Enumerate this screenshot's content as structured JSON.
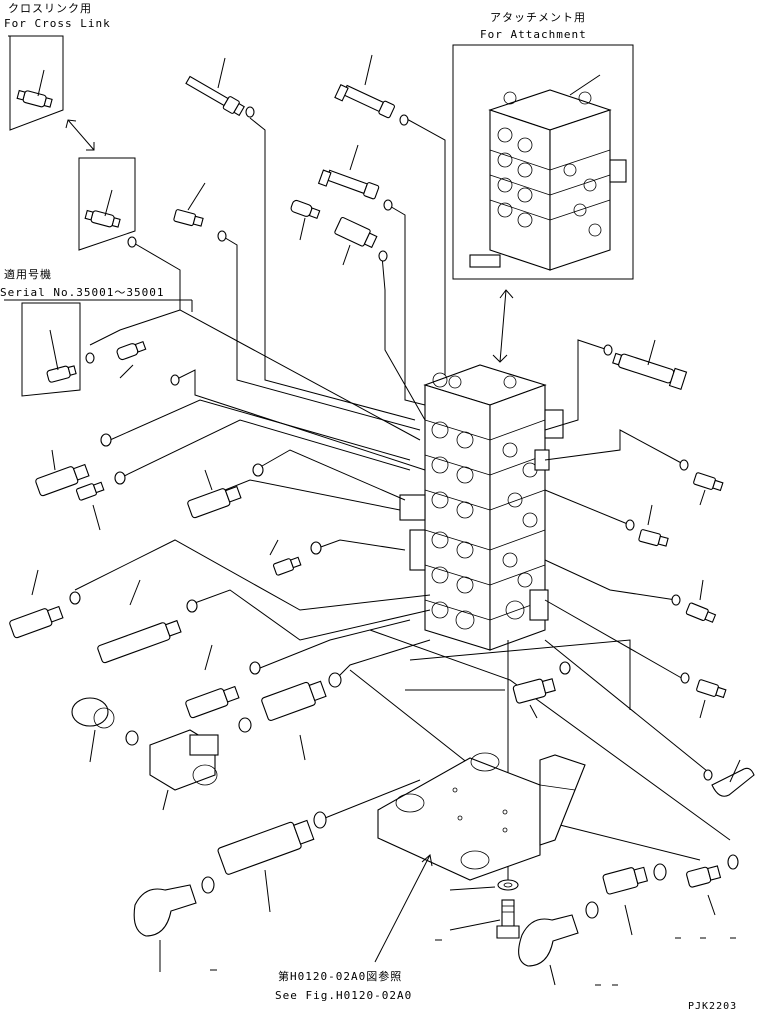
{
  "labels": {
    "cross_link_jp": "クロスリンク用",
    "cross_link_en": "For Cross Link",
    "attachment_jp": "アタッチメント用",
    "attachment_en": "For Attachment",
    "serial_jp": "適用号機",
    "serial_en": "Serial No.35001～35001",
    "see_fig_jp": "第H0120-02A0図参照",
    "see_fig_en": "See Fig.H0120-02A0",
    "drawing_code": "PJK2203"
  }
}
